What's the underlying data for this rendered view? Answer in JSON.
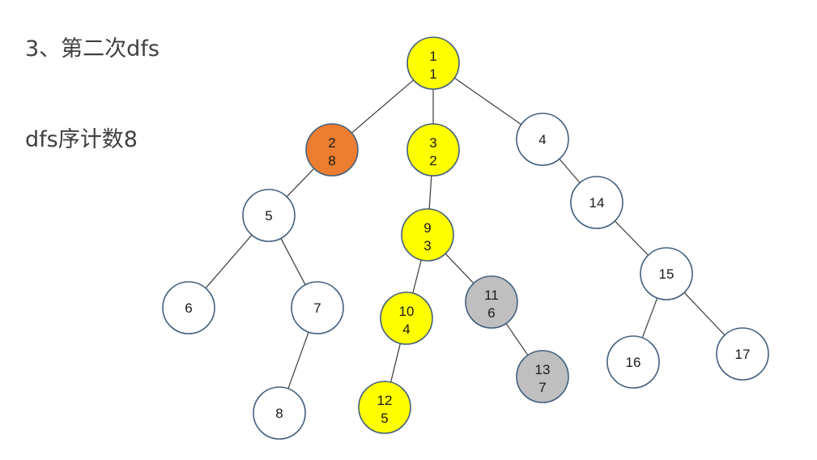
{
  "title": "3、第二次dfs",
  "counter_label": "dfs序计数8",
  "colors": {
    "visited_path": "#FFFF00",
    "current": "#ED7D31",
    "finished": "#BFBFBF",
    "unvisited": "#FFFFFF"
  },
  "nodes": [
    {
      "id": "1",
      "order": "1",
      "state": "visited_path"
    },
    {
      "id": "2",
      "order": "8",
      "state": "current"
    },
    {
      "id": "3",
      "order": "2",
      "state": "visited_path"
    },
    {
      "id": "4",
      "order": "",
      "state": "unvisited"
    },
    {
      "id": "5",
      "order": "",
      "state": "unvisited"
    },
    {
      "id": "6",
      "order": "",
      "state": "unvisited"
    },
    {
      "id": "7",
      "order": "",
      "state": "unvisited"
    },
    {
      "id": "8",
      "order": "",
      "state": "unvisited"
    },
    {
      "id": "9",
      "order": "3",
      "state": "visited_path"
    },
    {
      "id": "10",
      "order": "4",
      "state": "visited_path"
    },
    {
      "id": "11",
      "order": "6",
      "state": "finished"
    },
    {
      "id": "12",
      "order": "5",
      "state": "visited_path"
    },
    {
      "id": "13",
      "order": "7",
      "state": "finished"
    },
    {
      "id": "14",
      "order": "",
      "state": "unvisited"
    },
    {
      "id": "15",
      "order": "",
      "state": "unvisited"
    },
    {
      "id": "16",
      "order": "",
      "state": "unvisited"
    },
    {
      "id": "17",
      "order": "",
      "state": "unvisited"
    }
  ],
  "edges": [
    [
      "1",
      "2"
    ],
    [
      "1",
      "3"
    ],
    [
      "1",
      "4"
    ],
    [
      "2",
      "5"
    ],
    [
      "5",
      "6"
    ],
    [
      "5",
      "7"
    ],
    [
      "7",
      "8"
    ],
    [
      "3",
      "9"
    ],
    [
      "9",
      "10"
    ],
    [
      "9",
      "11"
    ],
    [
      "10",
      "12"
    ],
    [
      "11",
      "13"
    ],
    [
      "4",
      "14"
    ],
    [
      "14",
      "15"
    ],
    [
      "15",
      "16"
    ],
    [
      "15",
      "17"
    ]
  ]
}
